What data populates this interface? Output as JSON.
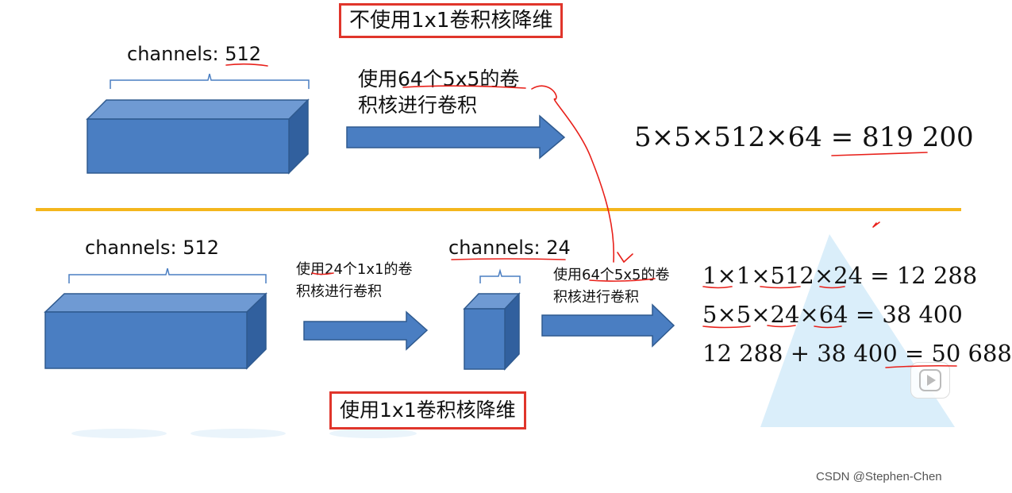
{
  "top_section": {
    "title": "不使用1x1卷积核降维",
    "channels_label": "channels: 512",
    "op_line1": "使用64个5x5的卷",
    "op_line2": "积核进行卷积",
    "equation": "5×5×512×64 = 819 200"
  },
  "bottom_section": {
    "title": "使用1x1卷积核降维",
    "channels_left": "channels: 512",
    "op1_line1": "使用24个1x1的卷",
    "op1_line2": "积核进行卷积",
    "channels_mid": "channels: 24",
    "op2_line1": "使用64个5x5的卷",
    "op2_line2": "积核进行卷积",
    "eq1": "1×1×512×24 = 12 288",
    "eq2": "5×5×24×64 = 38 400",
    "eq3": "12 288 + 38 400 = 50 688"
  },
  "watermark": "CSDN @Stephen-Chen",
  "colors": {
    "box_front": "#4a7ec2",
    "box_top": "#6f9ad3",
    "box_side": "#31609e",
    "box_border": "#2f5a8f",
    "arrow": "#4a7ec2",
    "divider": "#f4b61d",
    "title_border": "#e0352b",
    "annotation": "#e8201a",
    "video_bg": "#daeefa"
  },
  "icons": [
    "play-icon"
  ]
}
